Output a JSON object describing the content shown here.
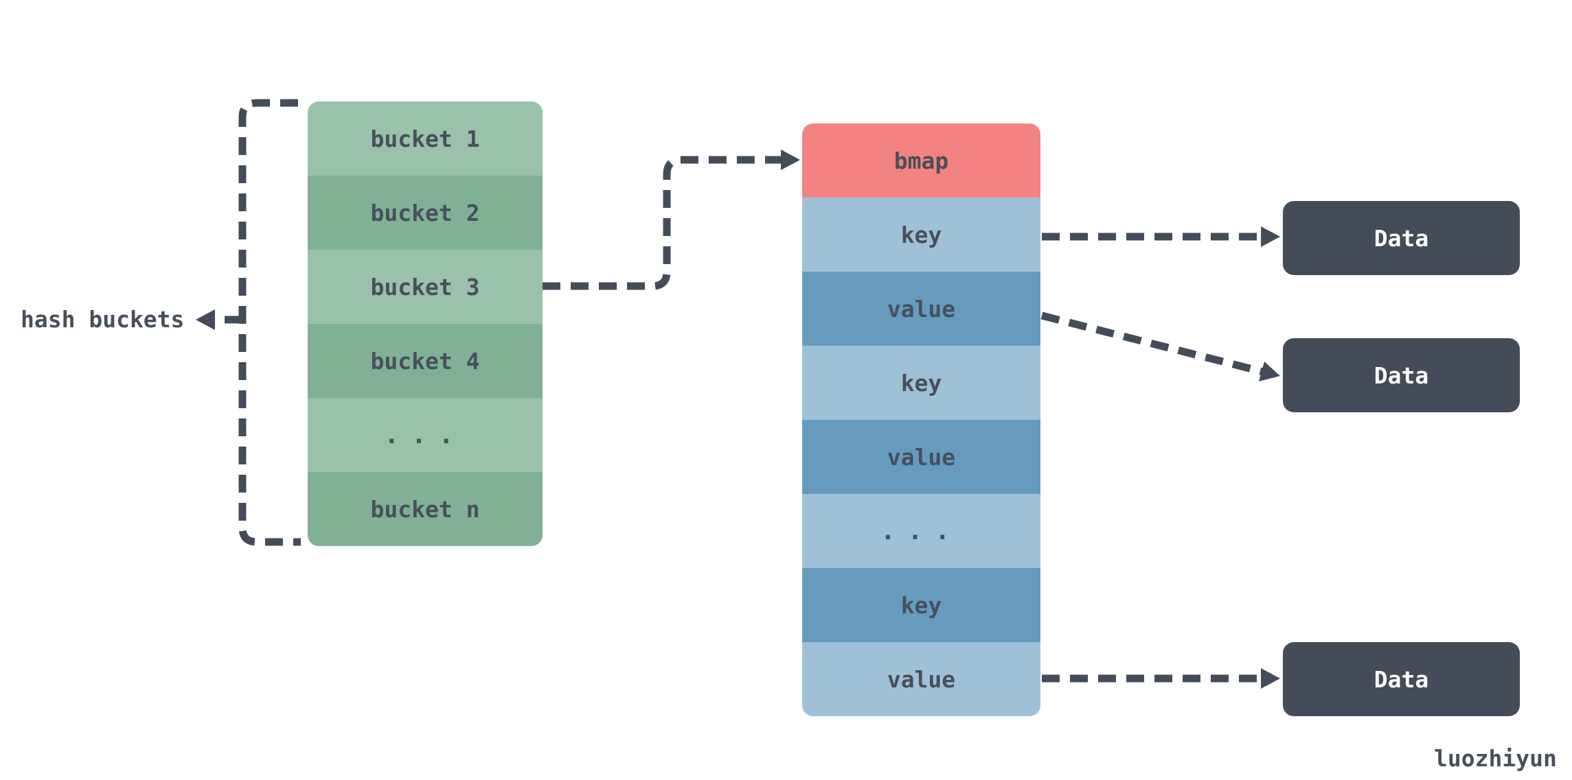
{
  "colors": {
    "green_light": "#9ac1a9",
    "green_dark": "#80b195",
    "blue_light": "#9fc1d8",
    "blue_dark": "#669bbe",
    "red": "#f28380",
    "slate": "#434c58",
    "text_dark": "#47505b",
    "text_light": "#ffffff",
    "background": "#ffffff"
  },
  "labels": {
    "hash_buckets": "hash buckets",
    "watermark": "luozhiyun"
  },
  "left_stack": {
    "description": "array of hash buckets",
    "rows": [
      {
        "label": "bucket 1",
        "shade": "light"
      },
      {
        "label": "bucket 2",
        "shade": "dark"
      },
      {
        "label": "bucket 3",
        "shade": "light"
      },
      {
        "label": "bucket 4",
        "shade": "dark"
      },
      {
        "label": "...",
        "shade": "light"
      },
      {
        "label": "bucket n",
        "shade": "dark"
      }
    ]
  },
  "bmap_stack": {
    "description": "bmap bucket layout with key/value slots",
    "rows": [
      {
        "label": "bmap",
        "shade": "red"
      },
      {
        "label": "key",
        "shade": "light"
      },
      {
        "label": "value",
        "shade": "dark"
      },
      {
        "label": "key",
        "shade": "light"
      },
      {
        "label": "value",
        "shade": "dark"
      },
      {
        "label": "...",
        "shade": "light"
      },
      {
        "label": "key",
        "shade": "dark"
      },
      {
        "label": "value",
        "shade": "light"
      }
    ]
  },
  "data_boxes": [
    {
      "label": "Data"
    },
    {
      "label": "Data"
    },
    {
      "label": "Data"
    }
  ]
}
